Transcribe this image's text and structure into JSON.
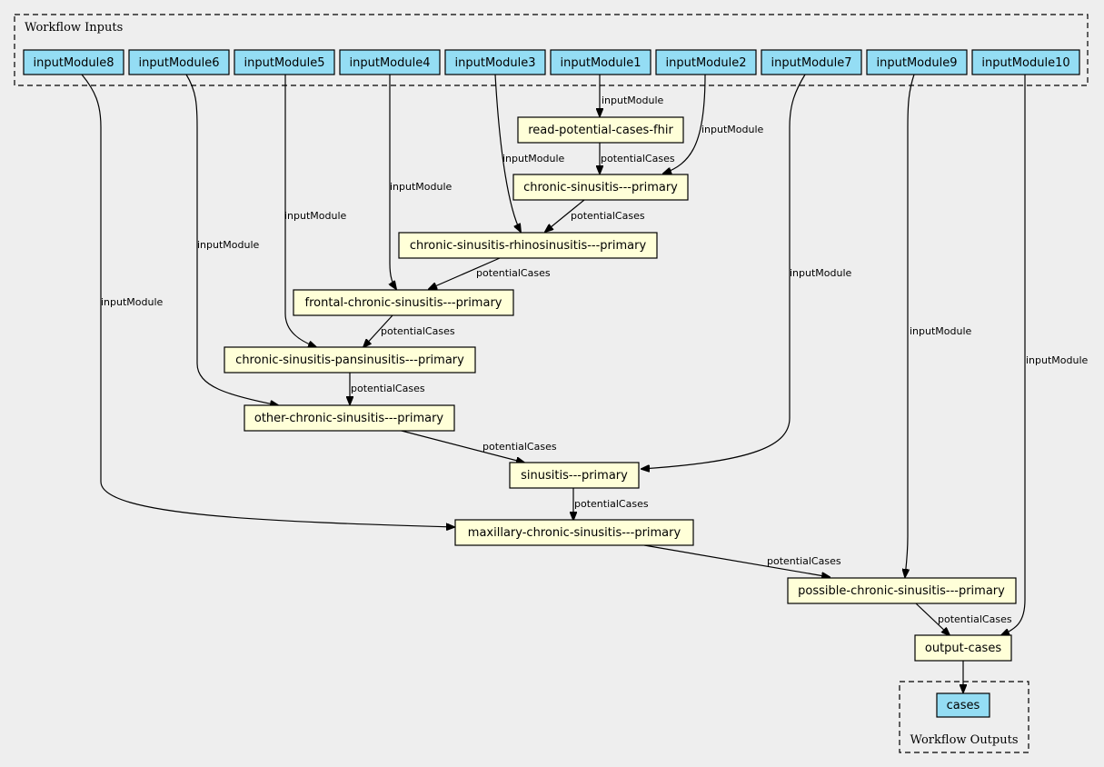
{
  "clusters": {
    "inputs": {
      "label": "Workflow Inputs"
    },
    "outputs": {
      "label": "Workflow Outputs"
    }
  },
  "nodes": {
    "inputModule8": {
      "label": "inputModule8",
      "kind": "input"
    },
    "inputModule6": {
      "label": "inputModule6",
      "kind": "input"
    },
    "inputModule5": {
      "label": "inputModule5",
      "kind": "input"
    },
    "inputModule4": {
      "label": "inputModule4",
      "kind": "input"
    },
    "inputModule3": {
      "label": "inputModule3",
      "kind": "input"
    },
    "inputModule1": {
      "label": "inputModule1",
      "kind": "input"
    },
    "inputModule2": {
      "label": "inputModule2",
      "kind": "input"
    },
    "inputModule7": {
      "label": "inputModule7",
      "kind": "input"
    },
    "inputModule9": {
      "label": "inputModule9",
      "kind": "input"
    },
    "inputModule10": {
      "label": "inputModule10",
      "kind": "input"
    },
    "read": {
      "label": "read-potential-cases-fhir",
      "kind": "step"
    },
    "cs": {
      "label": "chronic-sinusitis---primary",
      "kind": "step"
    },
    "csr": {
      "label": "chronic-sinusitis-rhinosinusitis---primary",
      "kind": "step"
    },
    "fcs": {
      "label": "frontal-chronic-sinusitis---primary",
      "kind": "step"
    },
    "csp": {
      "label": "chronic-sinusitis-pansinusitis---primary",
      "kind": "step"
    },
    "ocs": {
      "label": "other-chronic-sinusitis---primary",
      "kind": "step"
    },
    "sin": {
      "label": "sinusitis---primary",
      "kind": "step"
    },
    "mcs": {
      "label": "maxillary-chronic-sinusitis---primary",
      "kind": "step"
    },
    "pcs": {
      "label": "possible-chronic-sinusitis---primary",
      "kind": "step"
    },
    "out": {
      "label": "output-cases",
      "kind": "step"
    },
    "cases": {
      "label": "cases",
      "kind": "input"
    }
  },
  "edges": [
    {
      "id": "e-im1-read",
      "label": "inputModule"
    },
    {
      "id": "e-im2-cs",
      "label": "inputModule"
    },
    {
      "id": "e-read-cs",
      "label": "potentialCases"
    },
    {
      "id": "e-im3-csr",
      "label": "inputModule"
    },
    {
      "id": "e-cs-csr",
      "label": "potentialCases"
    },
    {
      "id": "e-im4-fcs",
      "label": "inputModule"
    },
    {
      "id": "e-csr-fcs",
      "label": "potentialCases"
    },
    {
      "id": "e-im5-csp",
      "label": "inputModule"
    },
    {
      "id": "e-fcs-csp",
      "label": "potentialCases"
    },
    {
      "id": "e-im6-ocs",
      "label": "inputModule"
    },
    {
      "id": "e-csp-ocs",
      "label": "potentialCases"
    },
    {
      "id": "e-im7-sin",
      "label": "inputModule"
    },
    {
      "id": "e-ocs-sin",
      "label": "potentialCases"
    },
    {
      "id": "e-im8-mcs",
      "label": "inputModule"
    },
    {
      "id": "e-sin-mcs",
      "label": "potentialCases"
    },
    {
      "id": "e-im9-pcs",
      "label": "inputModule"
    },
    {
      "id": "e-mcs-pcs",
      "label": "potentialCases"
    },
    {
      "id": "e-im10-out",
      "label": "inputModule"
    },
    {
      "id": "e-pcs-out",
      "label": "potentialCases"
    },
    {
      "id": "e-out-cases",
      "label": ""
    }
  ]
}
